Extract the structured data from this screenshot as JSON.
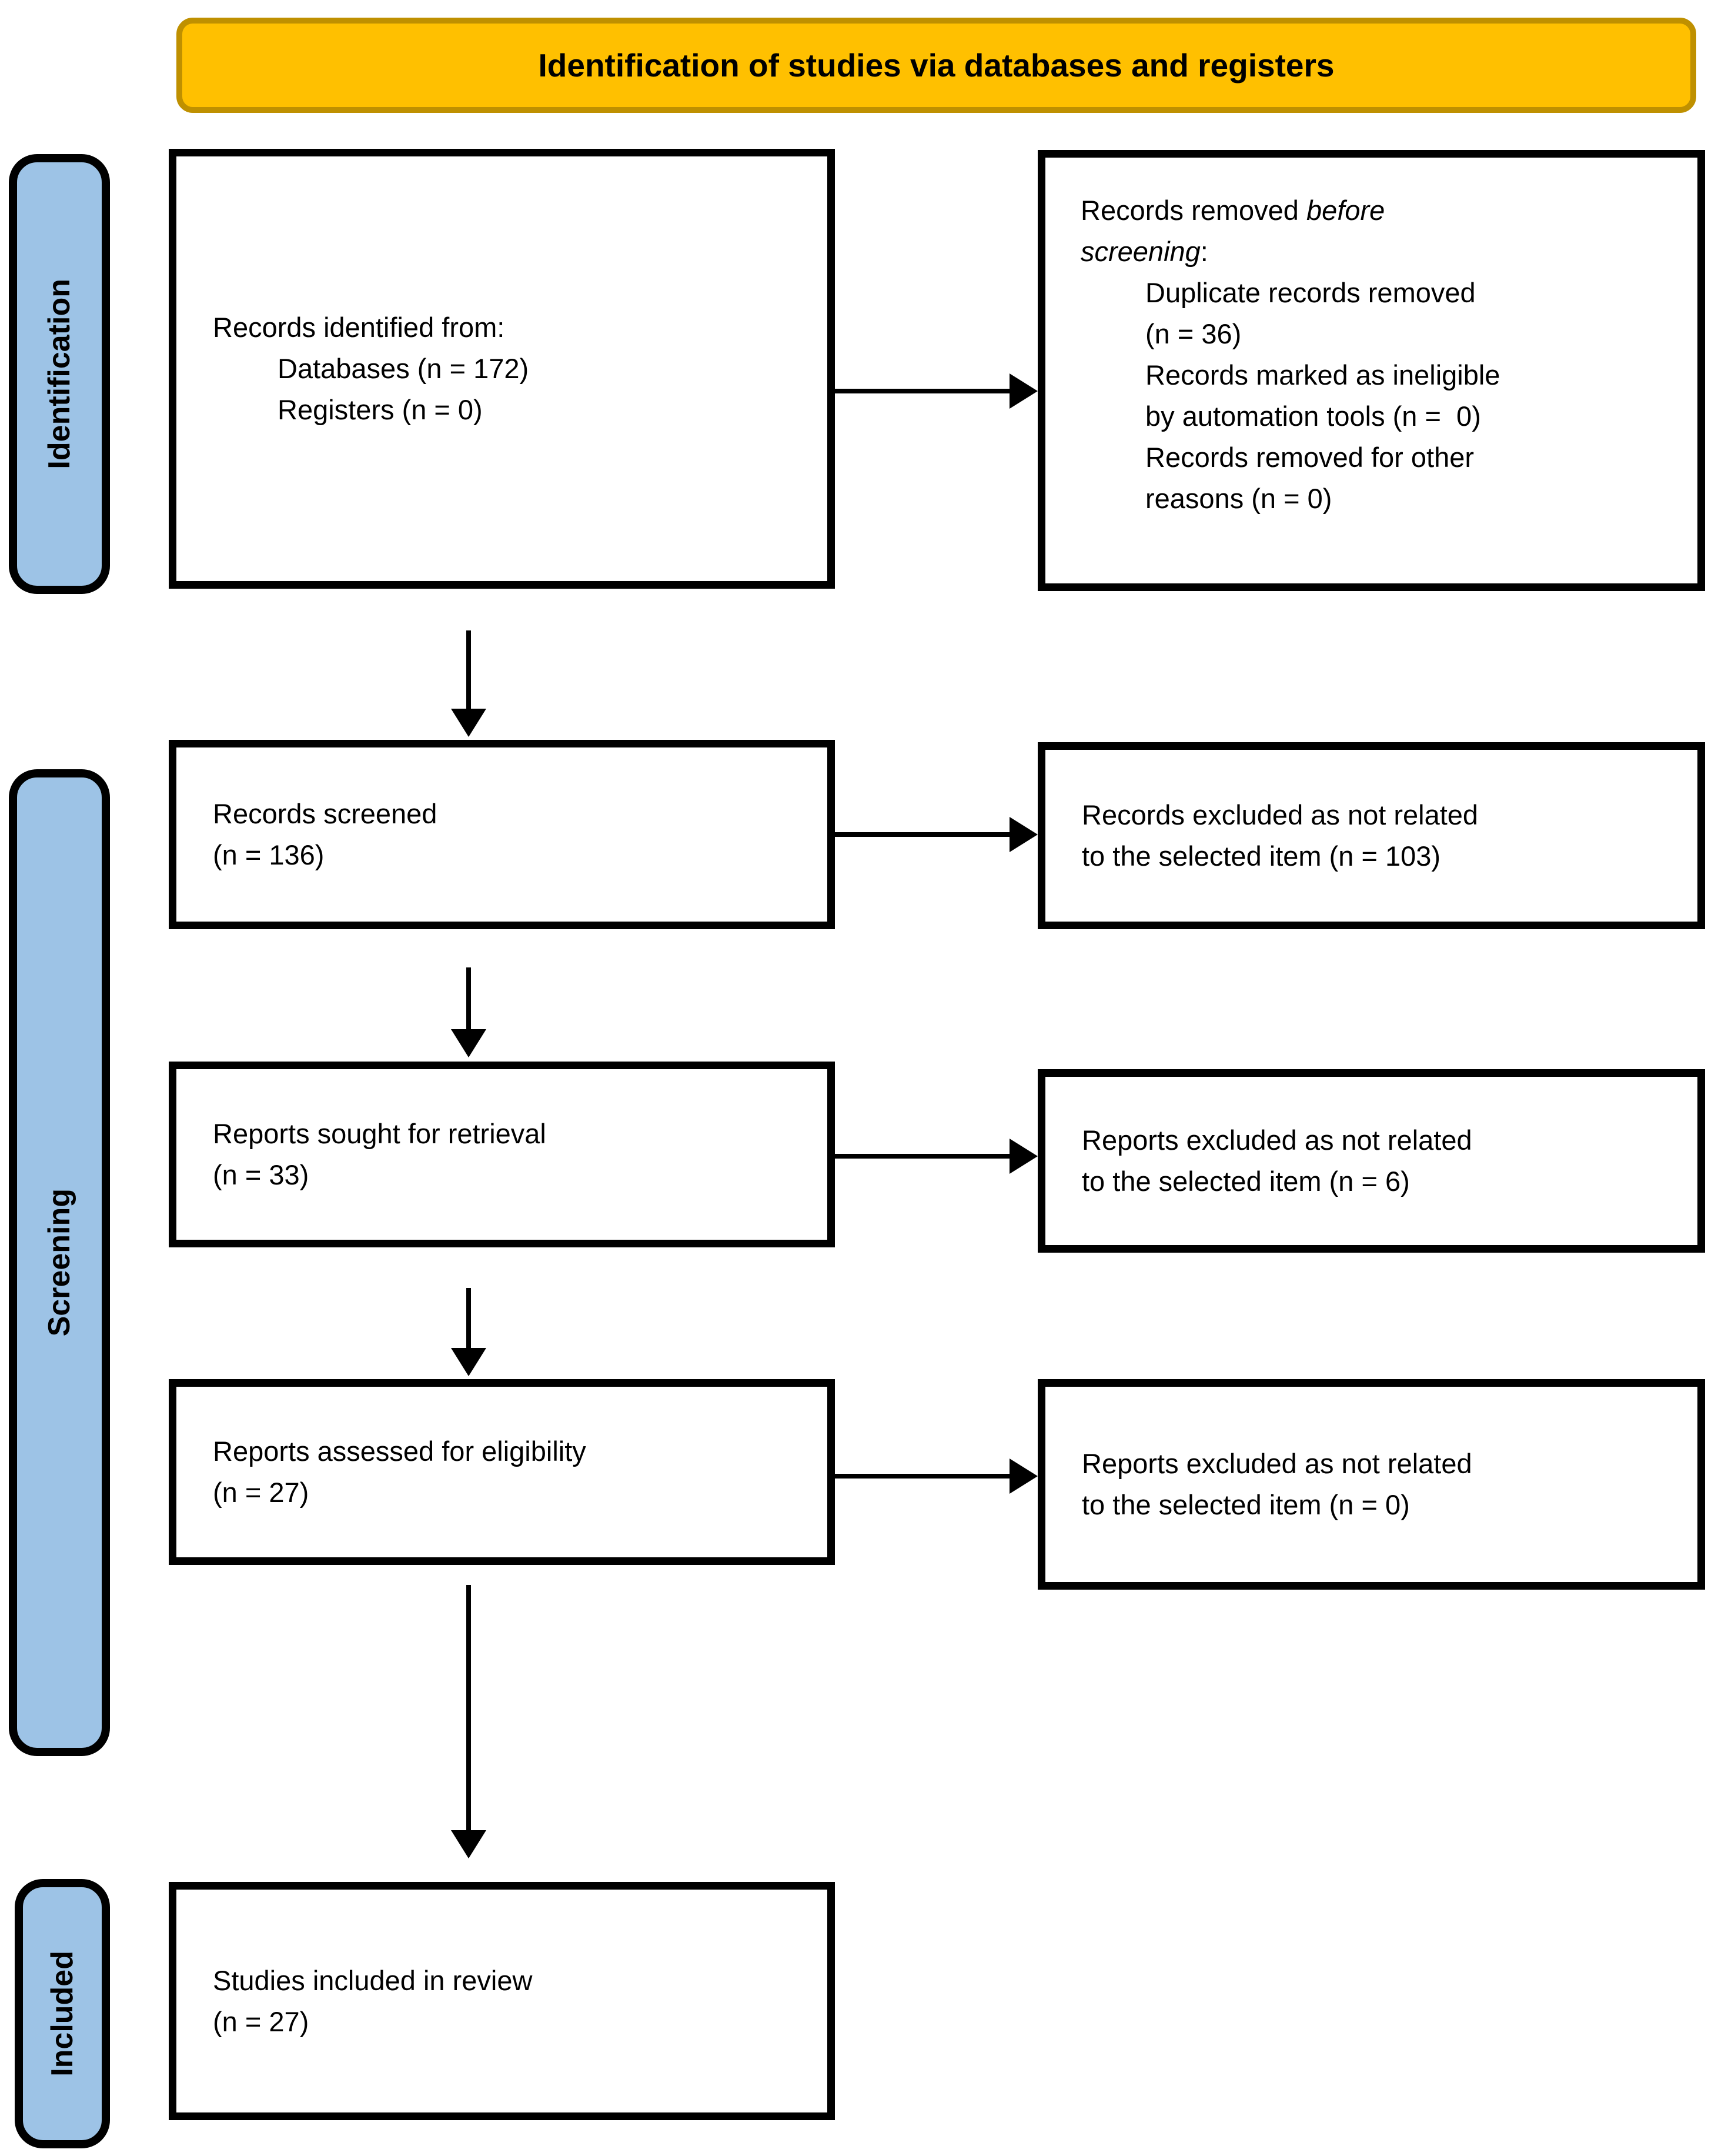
{
  "banner": {
    "title": "Identification of studies via databases and registers"
  },
  "sidebar": {
    "identification": "Identification",
    "screening": "Screening",
    "included": "Included"
  },
  "boxes": {
    "records_identified": {
      "line1": "Records identified from:",
      "items": [
        "Databases (n = 172)",
        "Registers (n = 0)"
      ]
    },
    "records_removed": {
      "intro": {
        "line1_normal": "Records removed ",
        "line1_italic": "before",
        "line2_italic": "screening",
        "line2_suffix": ":"
      },
      "items": [
        {
          "line1": "Duplicate records removed",
          "line2": "(n = 36)"
        },
        {
          "line1": "Records marked as ineligible",
          "line2": "by automation tools (n =  0)"
        },
        {
          "line1": "Records removed for other",
          "line2": "reasons (n = 0)"
        }
      ]
    },
    "records_screened": {
      "line1": "Records screened",
      "line2": "(n = 136)"
    },
    "records_excluded": {
      "line1": "Records excluded as not related",
      "line2": "to the selected item (n = 103)"
    },
    "reports_sought": {
      "line1": "Reports sought for retrieval",
      "line2": "(n = 33)"
    },
    "reports_excluded_retrieval": {
      "line1": "Reports excluded as not related",
      "line2": "to the selected item (n = 6)"
    },
    "reports_assessed": {
      "line1": "Reports assessed for eligibility",
      "line2": "(n = 27)"
    },
    "reports_excluded_eligibility": {
      "line1": "Reports excluded as not related",
      "line2": "to the selected item (n = 0)"
    },
    "studies_included": {
      "line1": "Studies included in review",
      "line2": "(n = 27)"
    }
  },
  "colors": {
    "banner_fill": "#FFC000",
    "banner_border": "#BF9000",
    "rail_fill": "#9DC3E6",
    "box_border": "#000000",
    "arrow": "#000000",
    "text": "#000000",
    "background": "#FFFFFF"
  }
}
